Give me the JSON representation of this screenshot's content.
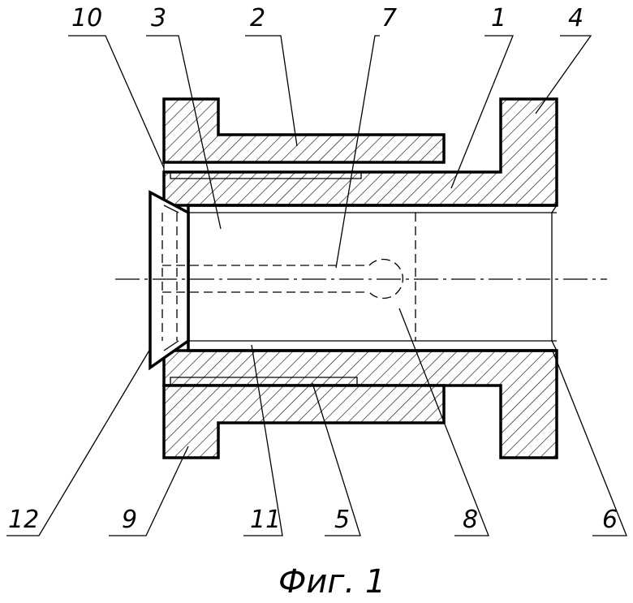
{
  "figure": {
    "caption": "Фиг. 1",
    "callouts": {
      "c10": "10",
      "c3": "3",
      "c2": "2",
      "c7": "7",
      "c1": "1",
      "c4": "4",
      "c12": "12",
      "c9": "9",
      "c11": "11",
      "c5": "5",
      "c8": "8",
      "c6": "6"
    }
  }
}
